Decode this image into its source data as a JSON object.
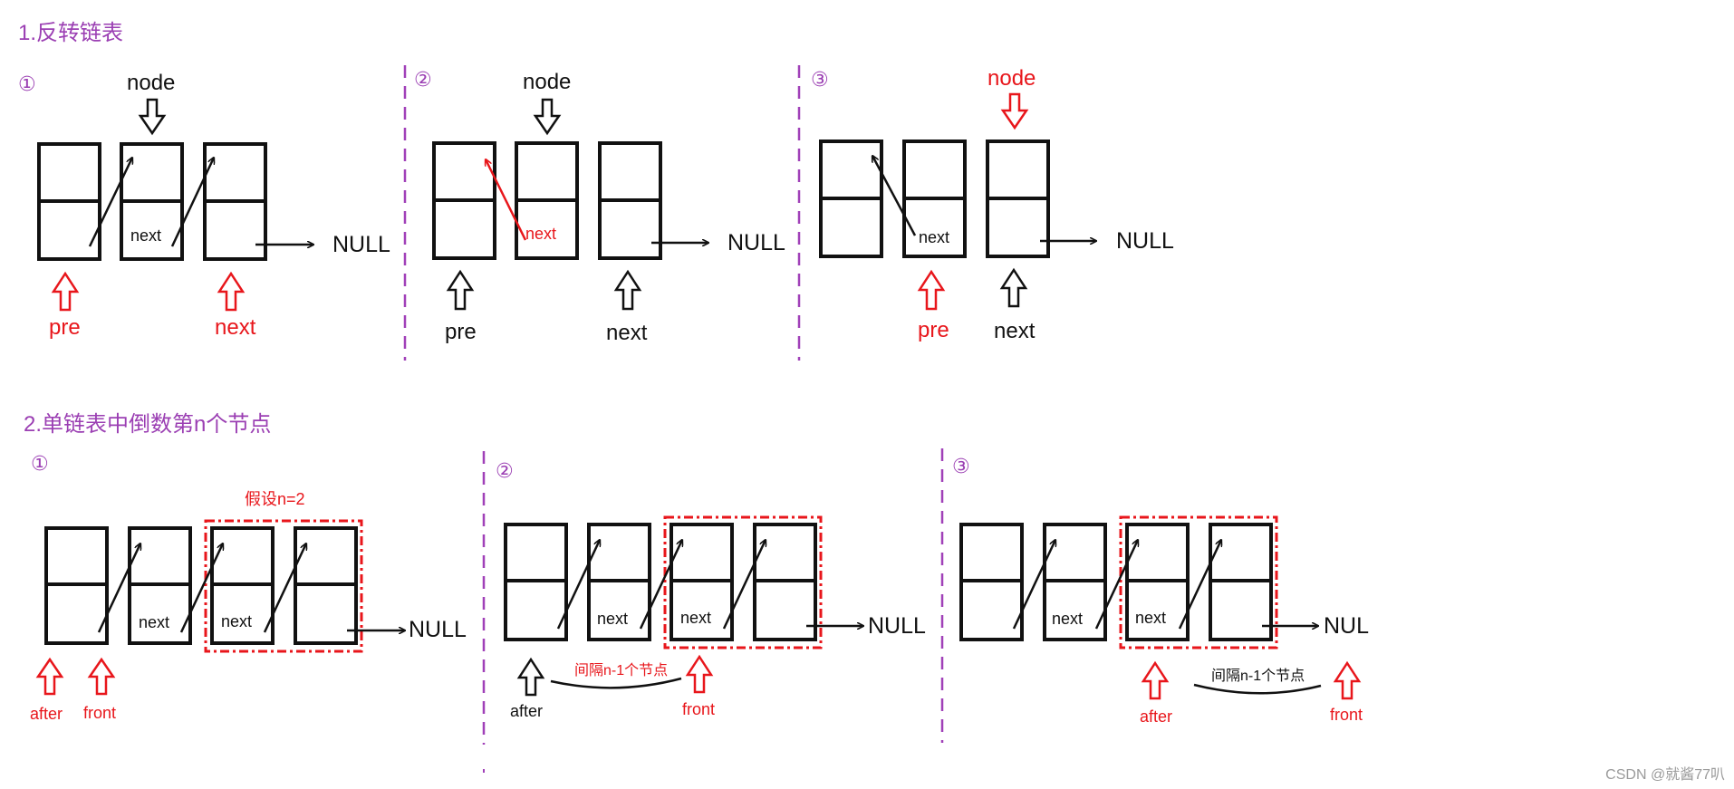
{
  "section1": {
    "title": "1.反转链表",
    "panels": [
      {
        "step": "①",
        "node_label": "node",
        "null_label": "NULL",
        "box_next_label": "next",
        "pre_label": "pre",
        "next_label": "next"
      },
      {
        "step": "②",
        "node_label": "node",
        "null_label": "NULL",
        "box_next_label": "next",
        "pre_label": "pre",
        "next_label": "next"
      },
      {
        "step": "③",
        "node_label": "node",
        "null_label": "NULL",
        "box_next_label": "next",
        "pre_label": "pre",
        "next_label": "next"
      }
    ]
  },
  "section2": {
    "title": "2.单链表中倒数第n个节点",
    "assume_note": "假设n=2",
    "panels": [
      {
        "step": "①",
        "null_label": "NULL",
        "box_next_label": "next",
        "after_label": "after",
        "front_label": "front"
      },
      {
        "step": "②",
        "null_label": "NULL",
        "box_next_label": "next",
        "after_label": "after",
        "front_label": "front",
        "gap_note": "间隔n-1个节点"
      },
      {
        "step": "③",
        "null_label": "NUL",
        "box_next_label": "next",
        "after_label": "after",
        "front_label": "front",
        "gap_note": "间隔n-1个节点"
      }
    ]
  },
  "watermark": "CSDN @就酱77叭",
  "colors": {
    "title": "#9b3fb3",
    "highlight": "#e8161b",
    "ink": "#111111",
    "divider": "#a040b8"
  }
}
